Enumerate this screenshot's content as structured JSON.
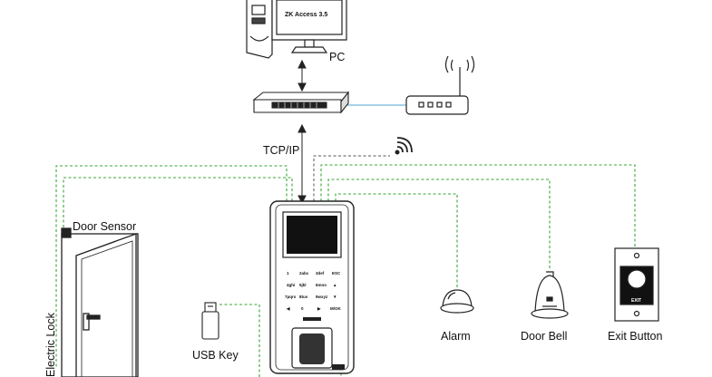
{
  "diagram": {
    "software_label": "ZK Access 3.5",
    "pc_label": "PC",
    "network_label": "TCP/IP",
    "door_sensor_label": "Door Sensor",
    "electric_lock_label": "Electric Lock",
    "usb_key_label": "USB Key",
    "alarm_label": "Alarm",
    "door_bell_label": "Door Bell",
    "exit_button_label": "Exit Button",
    "exit_button_text": "EXIT",
    "keypad_keys": [
      "1",
      "2abc",
      "3def",
      "ESC",
      "4ghi",
      "5jkl",
      "6mno",
      "▲",
      "7pqrs",
      "8tuv",
      "9wxyz",
      "▼",
      "◀",
      "0",
      "▶",
      "M/OK"
    ]
  },
  "colors": {
    "wire_green": "#3aa635",
    "ethernet_blue": "#6fb6d6",
    "outline": "#222222",
    "device_dark": "#1a1a1a"
  }
}
